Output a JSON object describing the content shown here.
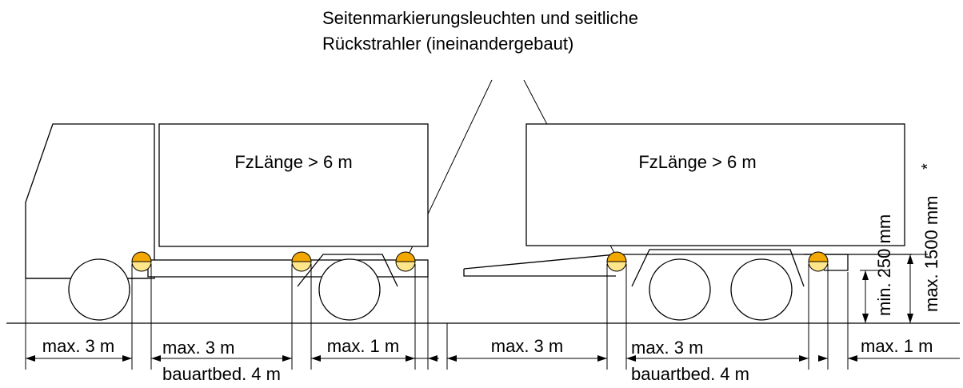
{
  "callout": {
    "line1": "Seitenmarkierungsleuchten und seitliche",
    "line2": "Rückstrahler (ineinandergebaut)"
  },
  "truck": {
    "body_label": "FzLänge > 6 m"
  },
  "trailer": {
    "body_label": "FzLänge > 6 m"
  },
  "dimensions": {
    "truck_front": "max. 3 m",
    "truck_middle": "max. 3 m",
    "truck_middle_alt": "bauartbed. 4 m",
    "truck_rear": "max. 1 m",
    "trailer_front": "max. 3 m",
    "trailer_middle": "max. 3 m",
    "trailer_middle_alt": "bauartbed. 4 m",
    "trailer_rear": "max. 1 m",
    "height_min": "min. 250 mm",
    "height_max": "max. 1500 mm",
    "height_max_note": "*"
  },
  "colors": {
    "lamp_amber": "#f2a800",
    "lamp_lens": "#ffe68a",
    "line": "#000000"
  }
}
